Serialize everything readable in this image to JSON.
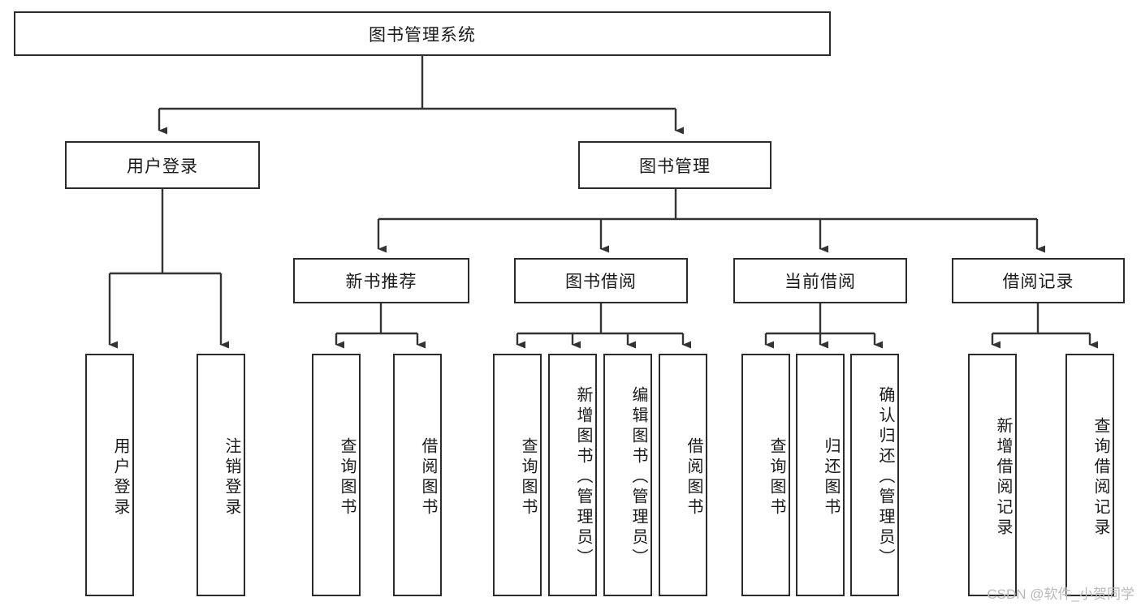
{
  "diagram": {
    "title": "图书管理系统",
    "type": "tree-hierarchy-chart",
    "watermark": "CSDN @软件_小贺同学",
    "colors": {
      "border": "#2b2b2b",
      "fill": "#ffffff",
      "connector": "#333333",
      "text": "#1a1a1a",
      "watermark": "#b9b9b9"
    },
    "nodes": {
      "root": {
        "label": "图书管理系统",
        "orientation": "horizontal"
      },
      "level2": [
        {
          "label": "用户登录",
          "orientation": "horizontal"
        },
        {
          "label": "图书管理",
          "orientation": "horizontal"
        }
      ],
      "level3": [
        {
          "label": "新书推荐",
          "orientation": "horizontal"
        },
        {
          "label": "图书借阅",
          "orientation": "horizontal"
        },
        {
          "label": "当前借阅",
          "orientation": "horizontal"
        },
        {
          "label": "借阅记录",
          "orientation": "horizontal"
        }
      ],
      "leaves": {
        "user_login": [
          {
            "label": "用户登录",
            "orientation": "vertical"
          },
          {
            "label": "注销登录",
            "orientation": "vertical"
          }
        ],
        "new_book_recommend": [
          {
            "label": "查询图书",
            "orientation": "vertical"
          },
          {
            "label": "借阅图书",
            "orientation": "vertical"
          }
        ],
        "book_borrow": [
          {
            "label": "查询图书",
            "orientation": "vertical"
          },
          {
            "label": "新增图书（管理员）",
            "orientation": "vertical"
          },
          {
            "label": "编辑图书（管理员）",
            "orientation": "vertical"
          },
          {
            "label": "借阅图书",
            "orientation": "vertical"
          }
        ],
        "current_borrow": [
          {
            "label": "查询图书",
            "orientation": "vertical"
          },
          {
            "label": "归还图书",
            "orientation": "vertical"
          },
          {
            "label": "确认归还（管理员）",
            "orientation": "vertical"
          }
        ],
        "borrow_record": [
          {
            "label": "新增借阅记录",
            "orientation": "vertical"
          },
          {
            "label": "查询借阅记录",
            "orientation": "vertical"
          }
        ]
      }
    }
  }
}
